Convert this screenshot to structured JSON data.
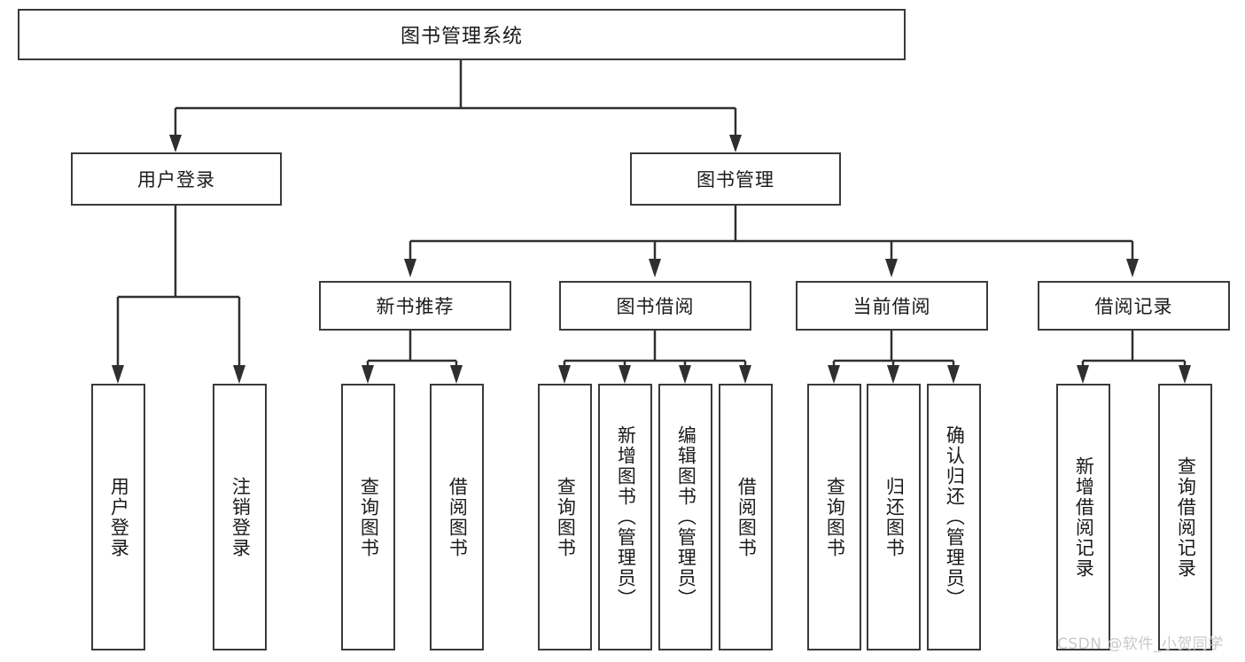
{
  "diagram": {
    "title": "图书管理系统",
    "watermark": "CSDN @软件_小贺同学",
    "level2": {
      "user_login": "用户登录",
      "book_manage": "图书管理"
    },
    "level3": {
      "new_book_recommend": "新书推荐",
      "book_borrow": "图书借阅",
      "current_borrow": "当前借阅",
      "borrow_record": "借阅记录"
    },
    "leaves": {
      "user_login_leaf": "用户登录",
      "logout_leaf": "注销登录",
      "query_book_1": "查询图书",
      "borrow_book_1": "借阅图书",
      "query_book_2": "查询图书",
      "add_book_admin": "新增图书（管理员）",
      "edit_book_admin": "编辑图书（管理员）",
      "borrow_book_2": "借阅图书",
      "query_book_3": "查询图书",
      "return_book": "归还图书",
      "confirm_return_admin": "确认归还（管理员）",
      "add_borrow_record": "新增借阅记录",
      "query_borrow_record": "查询借阅记录"
    }
  }
}
